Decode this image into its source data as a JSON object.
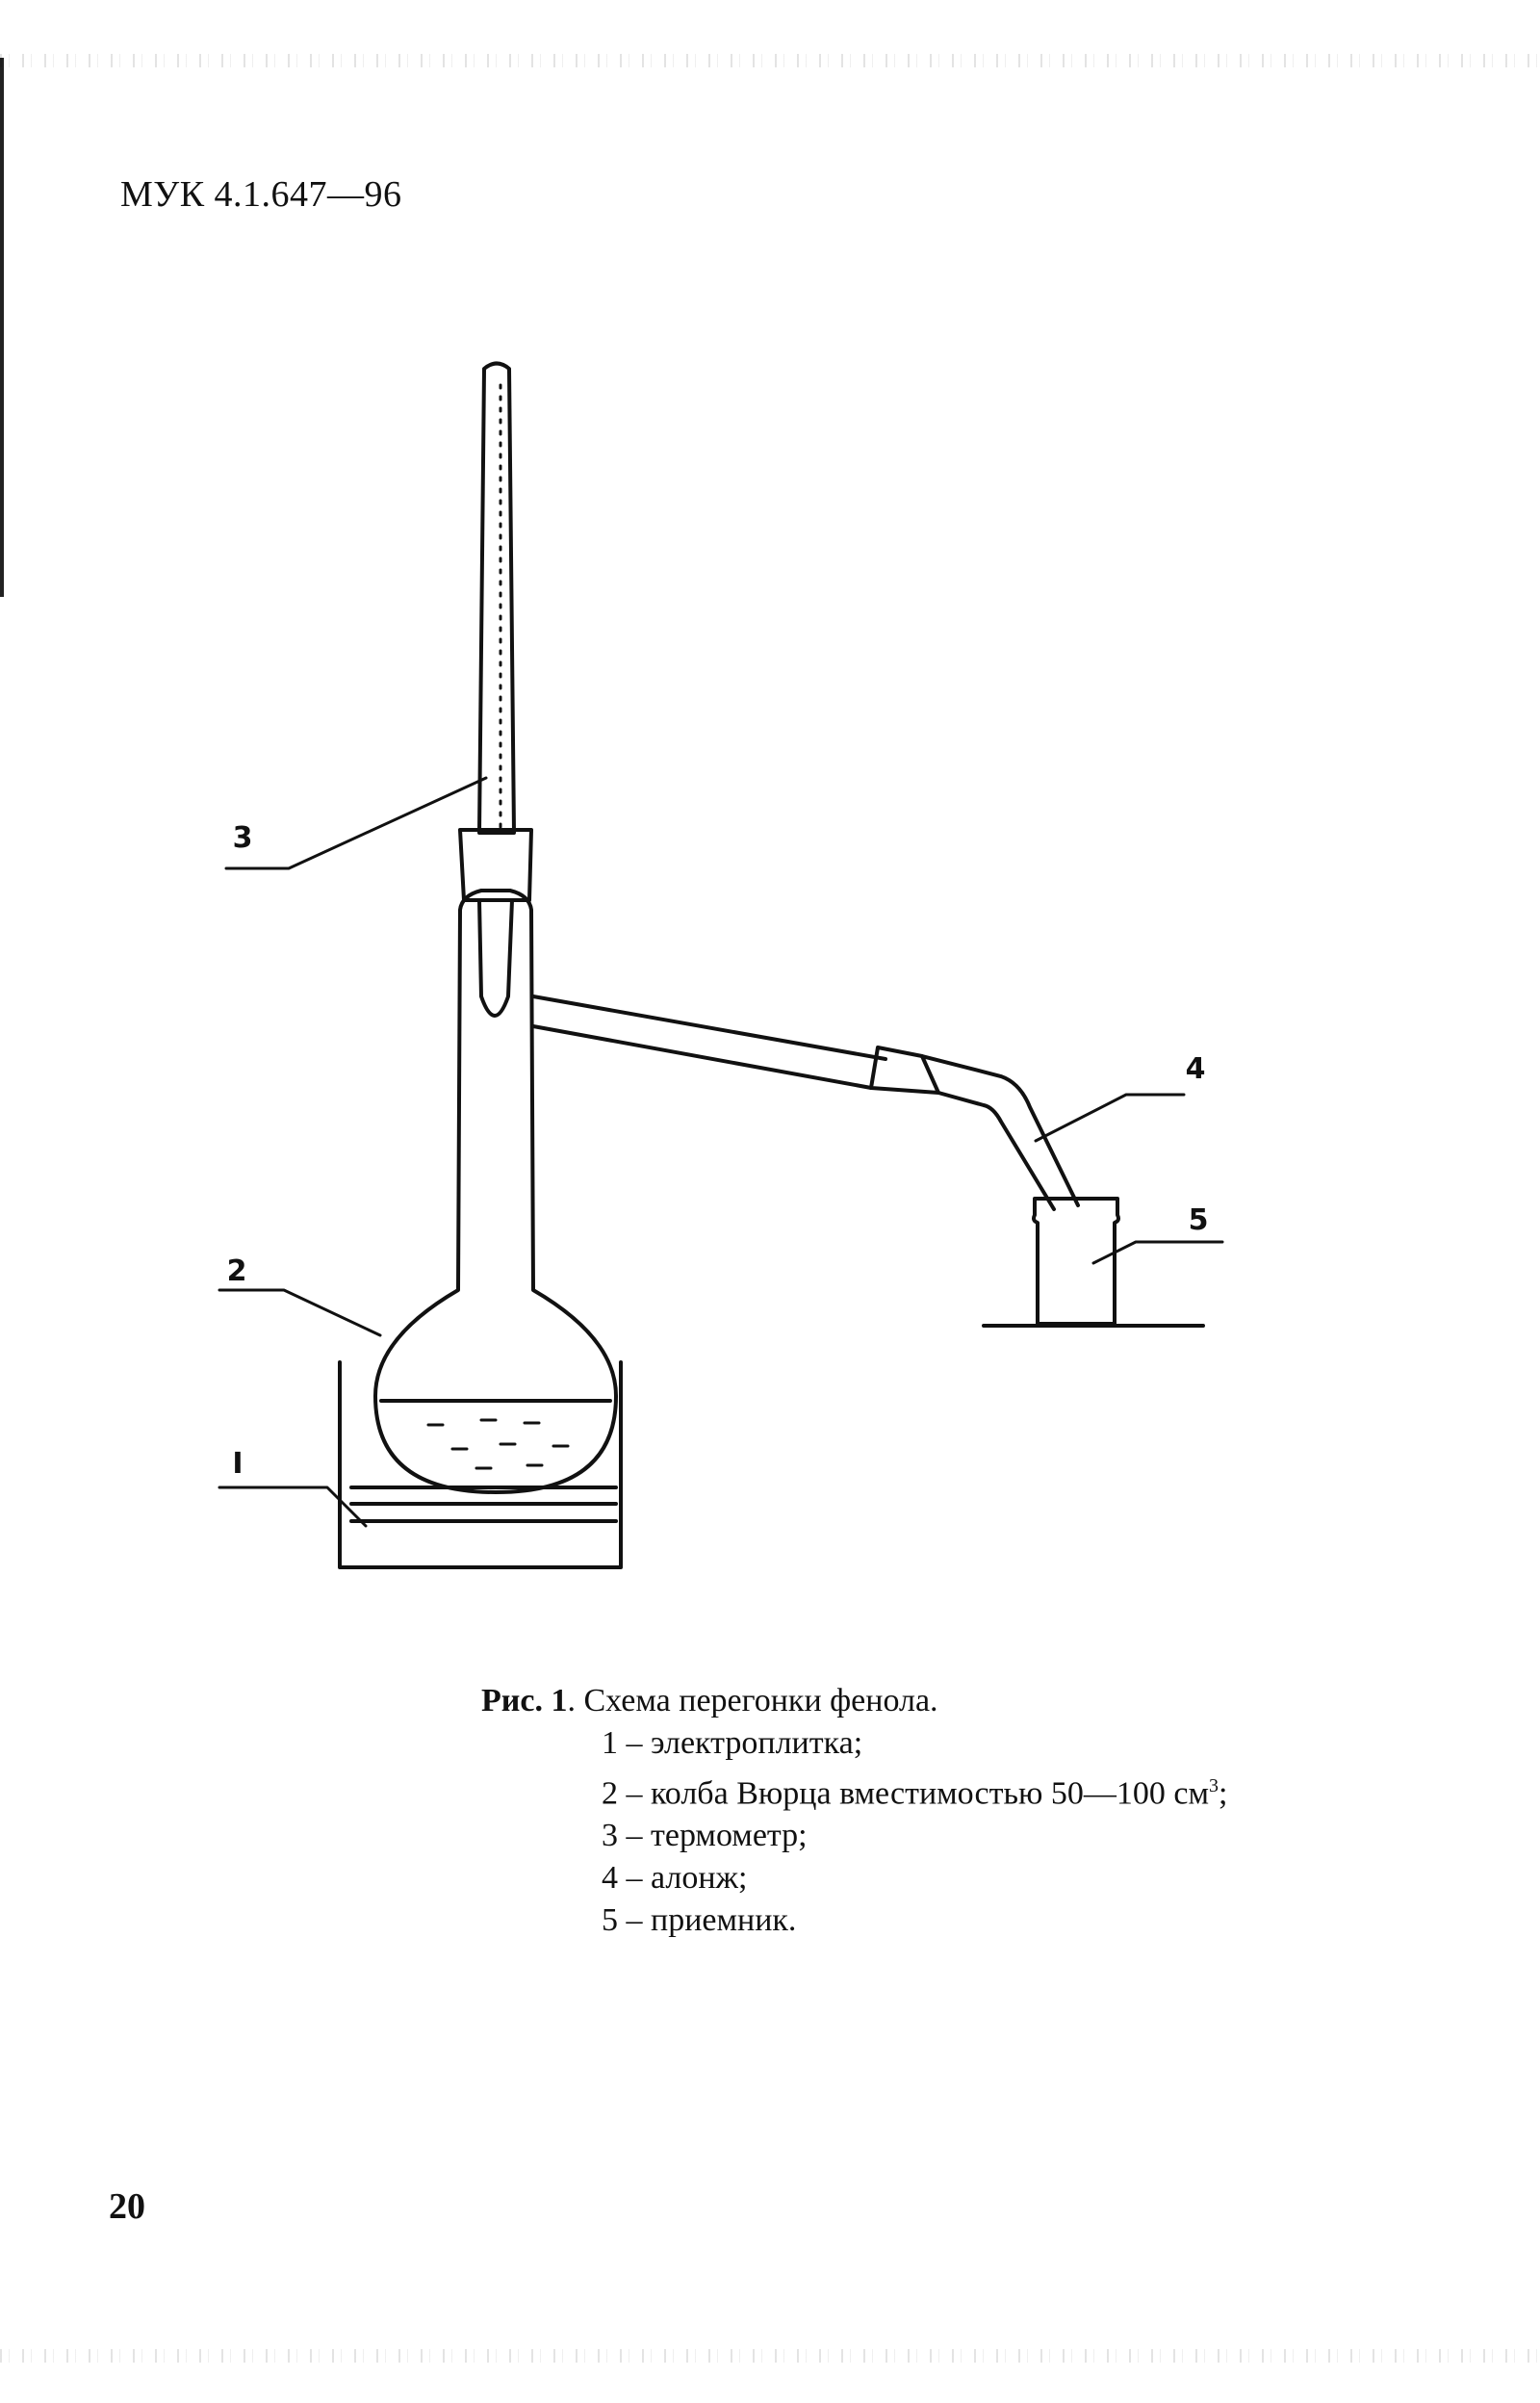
{
  "header": {
    "title": "МУК 4.1.647—96"
  },
  "figure": {
    "labels": {
      "l1": "I",
      "l2": "2",
      "l3": "3",
      "l4": "4",
      "l5": "5"
    }
  },
  "caption": {
    "fig_label": "Рис. 1",
    "fig_title": ". Схема перегонки фенола.",
    "items": [
      "1 – электроплитка;",
      "2 – колба Вюрца вместимостью 50—100 см",
      "3 – термометр;",
      "4 – алонж;",
      "5 – приемник."
    ],
    "item2_sup": "3",
    "item2_tail": ";"
  },
  "footer": {
    "page_number": "20"
  }
}
